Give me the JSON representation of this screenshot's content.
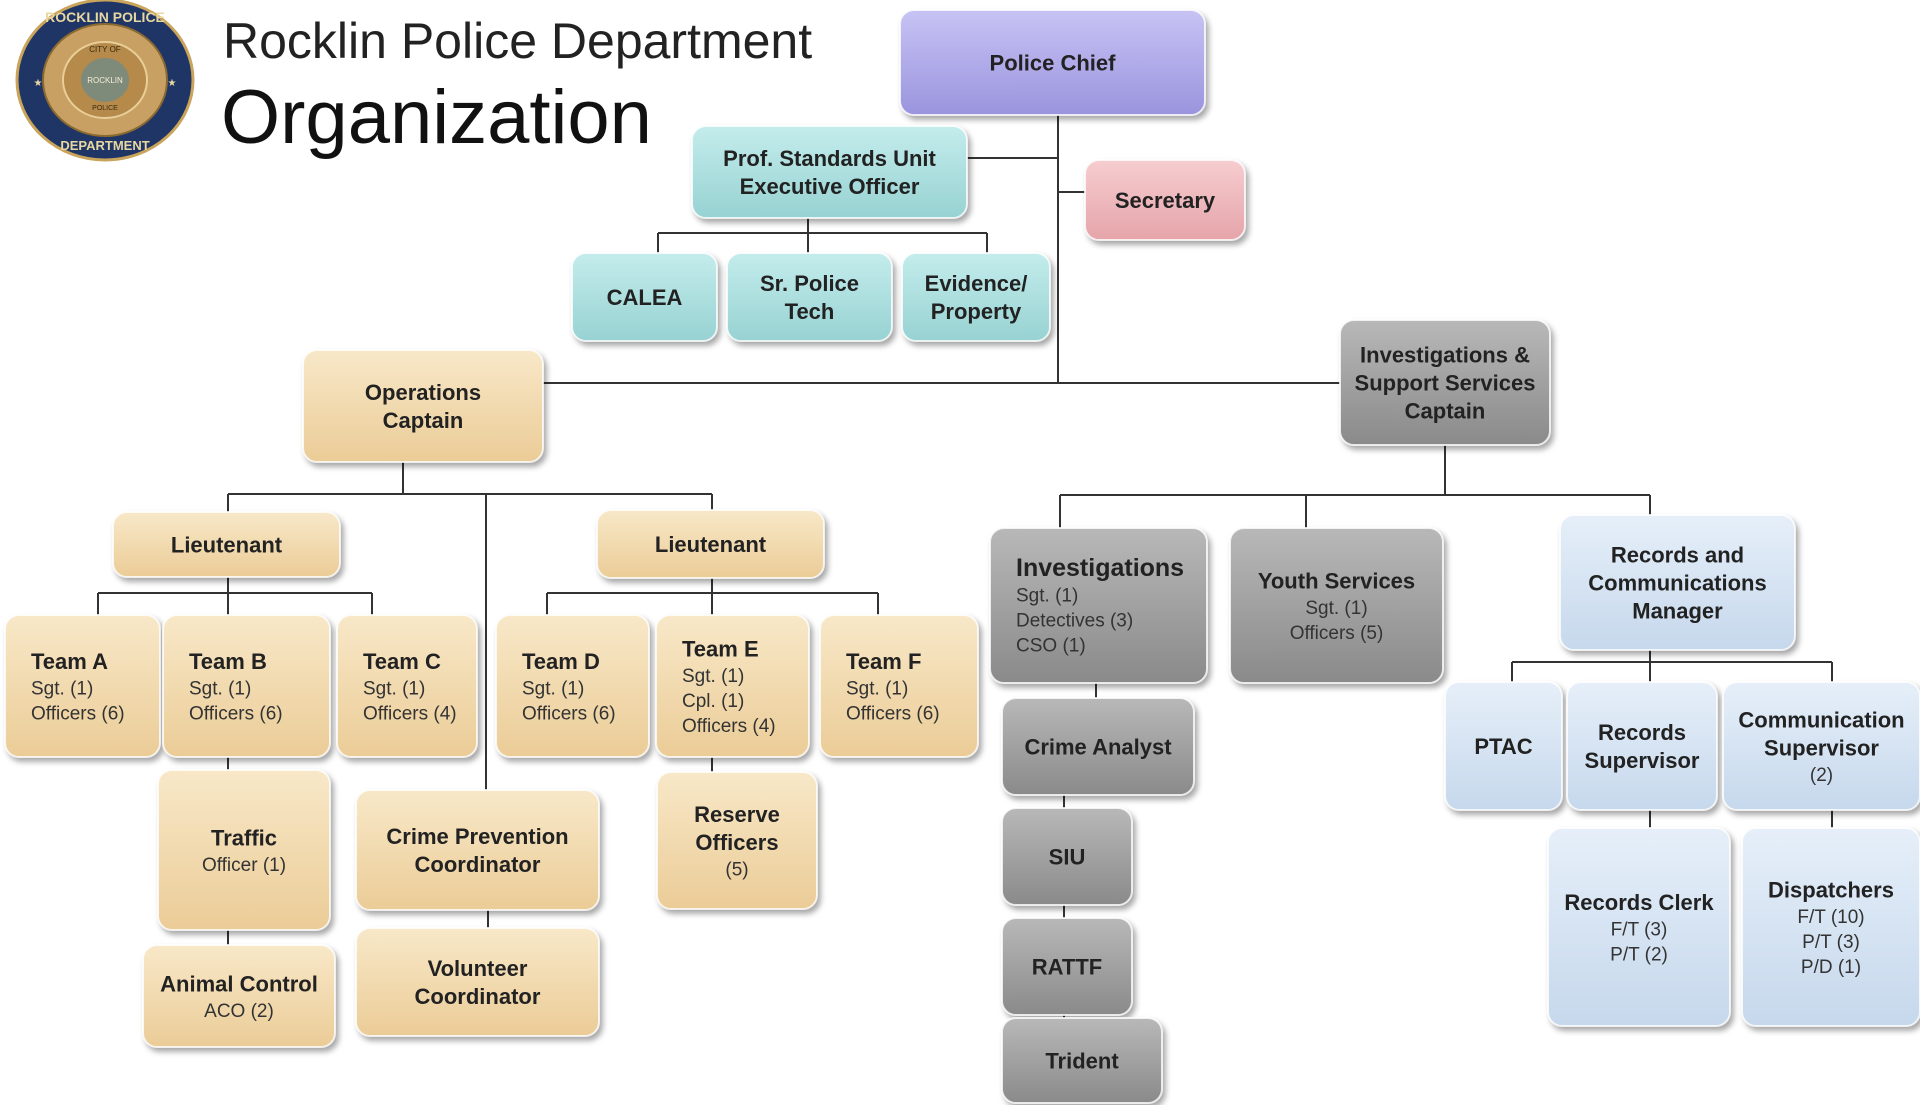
{
  "header": {
    "department": "Rocklin Police Department",
    "title": "Organization",
    "badge": {
      "ring_top": "ROCKLIN POLICE",
      "ring_bottom": "DEPARTMENT",
      "center_top": "CITY OF",
      "center_bottom": "ROCKLIN",
      "center_small": "POLICE"
    }
  },
  "colors": {
    "purple": "#a9a4e6",
    "teal": "#a8dcdc",
    "pink": "#eeb4b8",
    "tan": "#f1d9ad",
    "gray": "#9c9c9c",
    "blue": "#d5e4f3",
    "line": "#333333"
  },
  "nodes": [
    {
      "id": "chief",
      "color": "purple",
      "lines": [
        "Police Chief"
      ]
    },
    {
      "id": "psu",
      "color": "teal",
      "lines": [
        "Prof. Standards Unit",
        "Executive Officer"
      ]
    },
    {
      "id": "secretary",
      "color": "pink",
      "lines": [
        "Secretary"
      ]
    },
    {
      "id": "calea",
      "color": "teal",
      "lines": [
        "CALEA"
      ]
    },
    {
      "id": "srtech",
      "color": "teal",
      "lines": [
        "Sr. Police",
        "Tech"
      ]
    },
    {
      "id": "evidence",
      "color": "teal",
      "lines": [
        "Evidence/",
        "Property"
      ]
    },
    {
      "id": "opscap",
      "color": "tan",
      "lines": [
        "Operations",
        "Captain"
      ]
    },
    {
      "id": "invcap",
      "color": "gray",
      "lines": [
        "Investigations &",
        "Support Services",
        "Captain"
      ]
    },
    {
      "id": "lt1",
      "color": "tan",
      "lines": [
        "Lieutenant"
      ]
    },
    {
      "id": "lt2",
      "color": "tan",
      "lines": [
        "Lieutenant"
      ]
    },
    {
      "id": "teamA",
      "color": "tan",
      "align": "left",
      "lines": [
        "Team A"
      ],
      "sub": [
        "Sgt. (1)",
        "Officers (6)"
      ]
    },
    {
      "id": "teamB",
      "color": "tan",
      "align": "left",
      "lines": [
        "Team B"
      ],
      "sub": [
        "Sgt. (1)",
        "Officers (6)"
      ]
    },
    {
      "id": "teamC",
      "color": "tan",
      "align": "left",
      "lines": [
        "Team C"
      ],
      "sub": [
        "Sgt. (1)",
        "Officers (4)"
      ]
    },
    {
      "id": "teamD",
      "color": "tan",
      "align": "left",
      "lines": [
        "Team D"
      ],
      "sub": [
        "Sgt. (1)",
        "Officers (6)"
      ]
    },
    {
      "id": "teamE",
      "color": "tan",
      "align": "left",
      "lines": [
        "Team E"
      ],
      "sub": [
        "Sgt. (1)",
        "Cpl. (1)",
        "Officers (4)"
      ]
    },
    {
      "id": "teamF",
      "color": "tan",
      "align": "left",
      "lines": [
        "Team F"
      ],
      "sub": [
        "Sgt. (1)",
        "Officers (6)"
      ]
    },
    {
      "id": "traffic",
      "color": "tan",
      "lines": [
        "Traffic"
      ],
      "sub": [
        "Officer (1)"
      ]
    },
    {
      "id": "animal",
      "color": "tan",
      "lines": [
        "Animal Control"
      ],
      "sub": [
        "ACO (2)"
      ]
    },
    {
      "id": "crimeprev",
      "color": "tan",
      "lines": [
        "Crime Prevention",
        "Coordinator"
      ]
    },
    {
      "id": "volunteer",
      "color": "tan",
      "lines": [
        "Volunteer",
        "Coordinator"
      ]
    },
    {
      "id": "reserve",
      "color": "tan",
      "lines": [
        "Reserve",
        "Officers"
      ],
      "sub": [
        "(5)"
      ]
    },
    {
      "id": "investigations",
      "color": "gray",
      "align": "left",
      "big": true,
      "lines": [
        "Investigations"
      ],
      "sub": [
        "Sgt. (1)",
        "Detectives (3)",
        "CSO (1)"
      ]
    },
    {
      "id": "youth",
      "color": "gray",
      "lines": [
        "Youth Services"
      ],
      "sub": [
        "Sgt. (1)",
        "Officers (5)"
      ]
    },
    {
      "id": "recmgr",
      "color": "blue",
      "lines": [
        "Records and",
        "Communications",
        "Manager"
      ]
    },
    {
      "id": "analyst",
      "color": "gray",
      "lines": [
        "Crime Analyst"
      ]
    },
    {
      "id": "siu",
      "color": "gray",
      "lines": [
        "SIU"
      ]
    },
    {
      "id": "rattf",
      "color": "gray",
      "lines": [
        "RATTF"
      ]
    },
    {
      "id": "trident",
      "color": "gray",
      "lines": [
        "Trident"
      ]
    },
    {
      "id": "ptac",
      "color": "blue",
      "lines": [
        "PTAC"
      ]
    },
    {
      "id": "recsup",
      "color": "blue",
      "lines": [
        "Records",
        "Supervisor"
      ]
    },
    {
      "id": "commsup",
      "color": "blue",
      "lines": [
        "Communication",
        "Supervisor"
      ],
      "sub": [
        "(2)"
      ]
    },
    {
      "id": "recclerk",
      "color": "blue",
      "lines": [
        "Records Clerk"
      ],
      "sub": [
        "F/T (3)",
        "P/T (2)"
      ]
    },
    {
      "id": "dispatch",
      "color": "blue",
      "lines": [
        "Dispatchers"
      ],
      "sub": [
        "F/T (10)",
        "P/T (3)",
        "P/D (1)"
      ]
    }
  ]
}
